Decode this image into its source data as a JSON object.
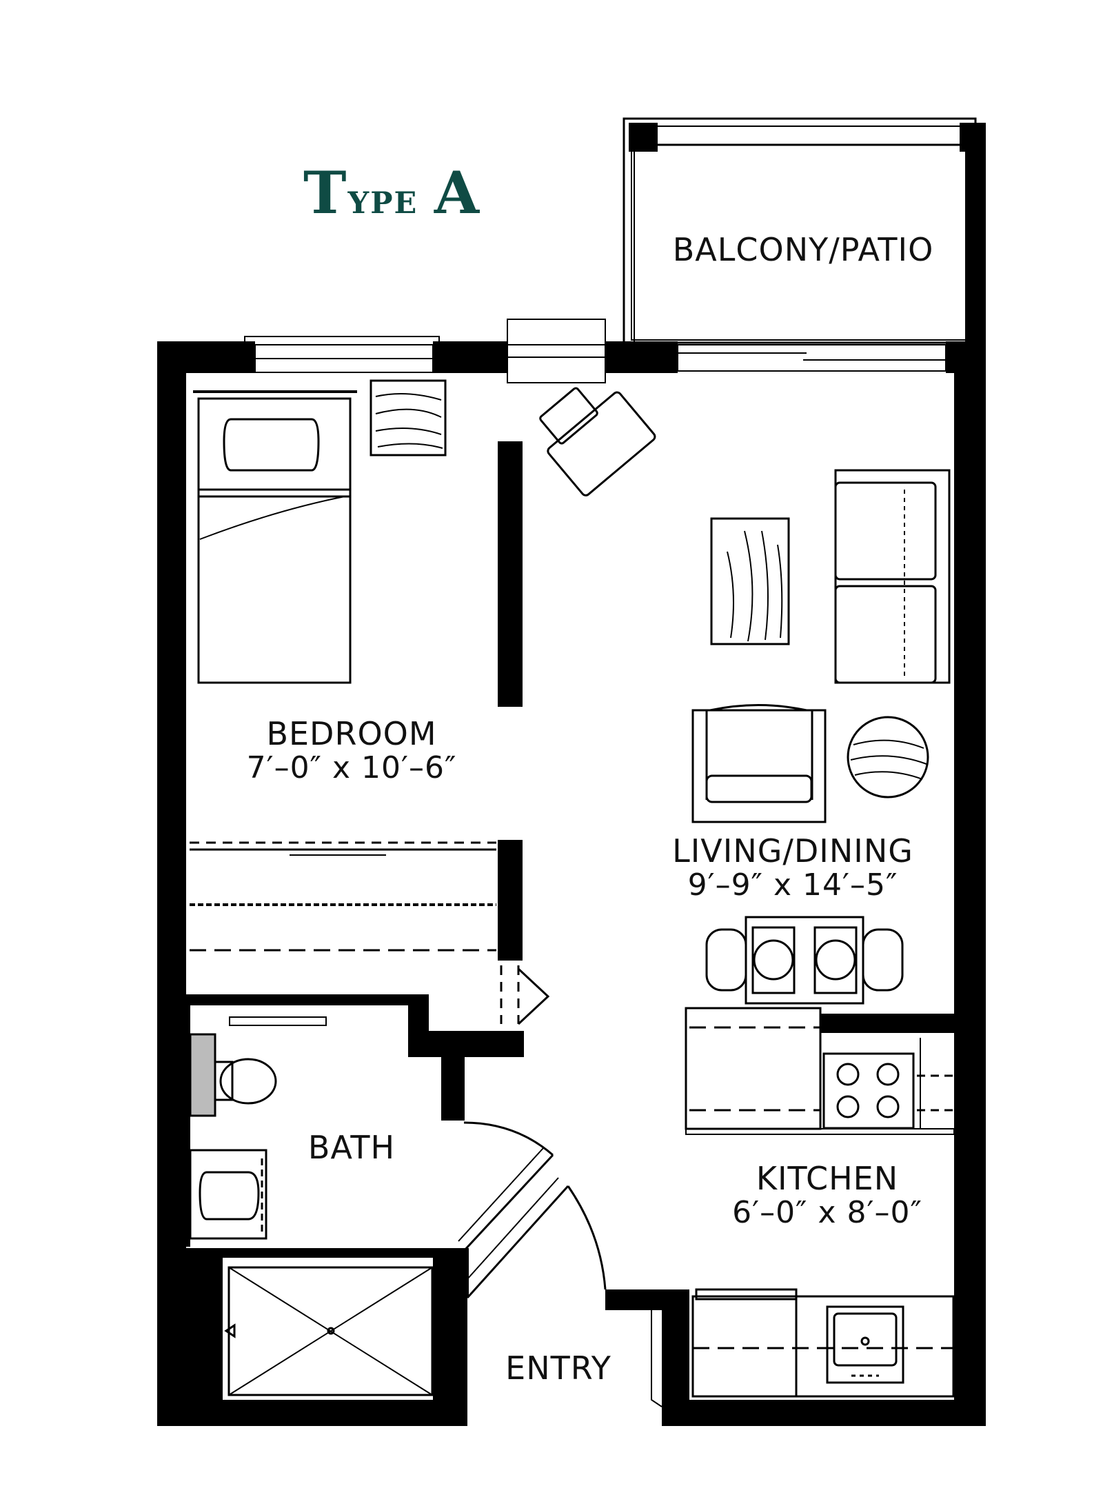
{
  "plan": {
    "title_prefix": "T",
    "title_rest": "ype",
    "title_unit": "A",
    "wall_color": "#000000",
    "title_color": "#0f4b44"
  },
  "rooms": {
    "balcony": {
      "name": "BALCONY/PATIO"
    },
    "bedroom": {
      "name": "BEDROOM",
      "dimensions": "7′–0″ x 10′–6″"
    },
    "living": {
      "name": "LIVING/DINING",
      "dimensions": "9′–9″ x 14′–5″"
    },
    "bath": {
      "name": "BATH"
    },
    "kitchen": {
      "name": "KITCHEN",
      "dimensions": "6′–0″ x 8′–0″"
    },
    "entry": {
      "name": "ENTRY"
    }
  }
}
